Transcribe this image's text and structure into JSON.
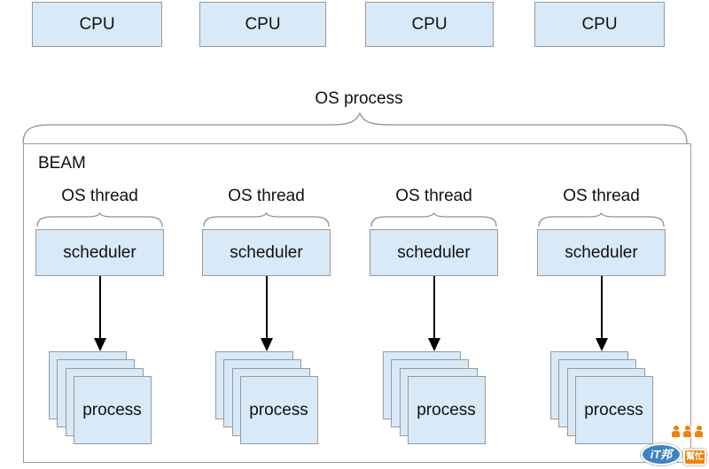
{
  "cpu_row": {
    "items": [
      {
        "label": "CPU"
      },
      {
        "label": "CPU"
      },
      {
        "label": "CPU"
      },
      {
        "label": "CPU"
      }
    ]
  },
  "os_process": {
    "label": "OS process"
  },
  "beam": {
    "title": "BEAM",
    "columns": [
      {
        "thread_label": "OS thread",
        "scheduler_label": "scheduler",
        "process_label": "process"
      },
      {
        "thread_label": "OS thread",
        "scheduler_label": "scheduler",
        "process_label": "process"
      },
      {
        "thread_label": "OS thread",
        "scheduler_label": "scheduler",
        "process_label": "process"
      },
      {
        "thread_label": "OS thread",
        "scheduler_label": "scheduler",
        "process_label": "process"
      }
    ]
  },
  "watermark": {
    "brand": "iT邦",
    "suffix": "幫忙"
  },
  "colors": {
    "box_fill": "#d8e9f8",
    "box_border": "#9a9a9a",
    "beam_border": "#9c9c9c",
    "brace_stroke": "#8f8f8f",
    "arrow": "#000000",
    "watermark_blue": "#3f82c5",
    "watermark_orange": "#f08200"
  }
}
